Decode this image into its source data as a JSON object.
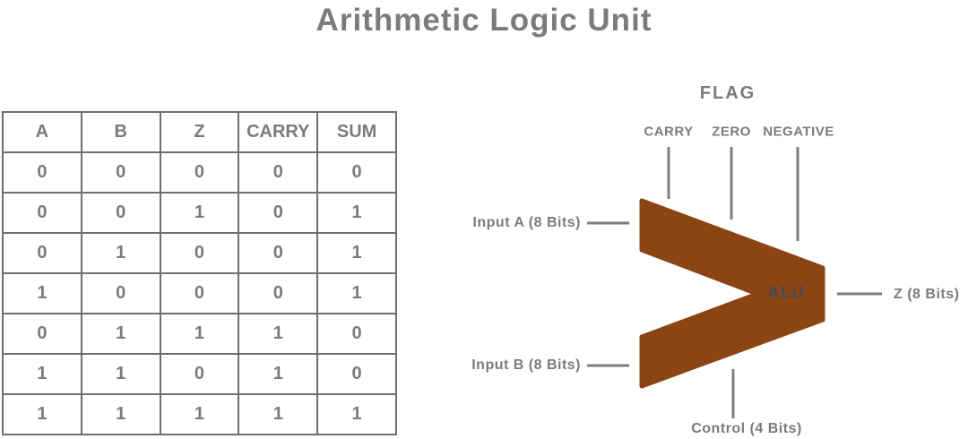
{
  "title": "Arithmetic Logic Unit",
  "colors": {
    "alu_fill": "#8B4513",
    "line_gray": "#7c7c7c",
    "text_gray": "#7b7b7b",
    "table_border": "#6f6f6f",
    "alu_label_color": "#4a4a55"
  },
  "truth_table": {
    "headers": [
      "A",
      "B",
      "Z",
      "CARRY",
      "SUM"
    ],
    "rows": [
      [
        "0",
        "0",
        "0",
        "0",
        "0"
      ],
      [
        "0",
        "0",
        "1",
        "0",
        "1"
      ],
      [
        "0",
        "1",
        "0",
        "0",
        "1"
      ],
      [
        "1",
        "0",
        "0",
        "0",
        "1"
      ],
      [
        "0",
        "1",
        "1",
        "1",
        "0"
      ],
      [
        "1",
        "1",
        "0",
        "1",
        "0"
      ],
      [
        "1",
        "1",
        "1",
        "1",
        "1"
      ]
    ]
  },
  "diagram": {
    "flag_title": "FLAG",
    "flags": [
      "CARRY",
      "ZERO",
      "NEGATIVE"
    ],
    "input_a": "Input A (8 Bits)",
    "input_b": "Input B (8 Bits)",
    "output_z": "Z (8 Bits)",
    "control": "Control (4 Bits)",
    "alu_label": "ALU"
  }
}
